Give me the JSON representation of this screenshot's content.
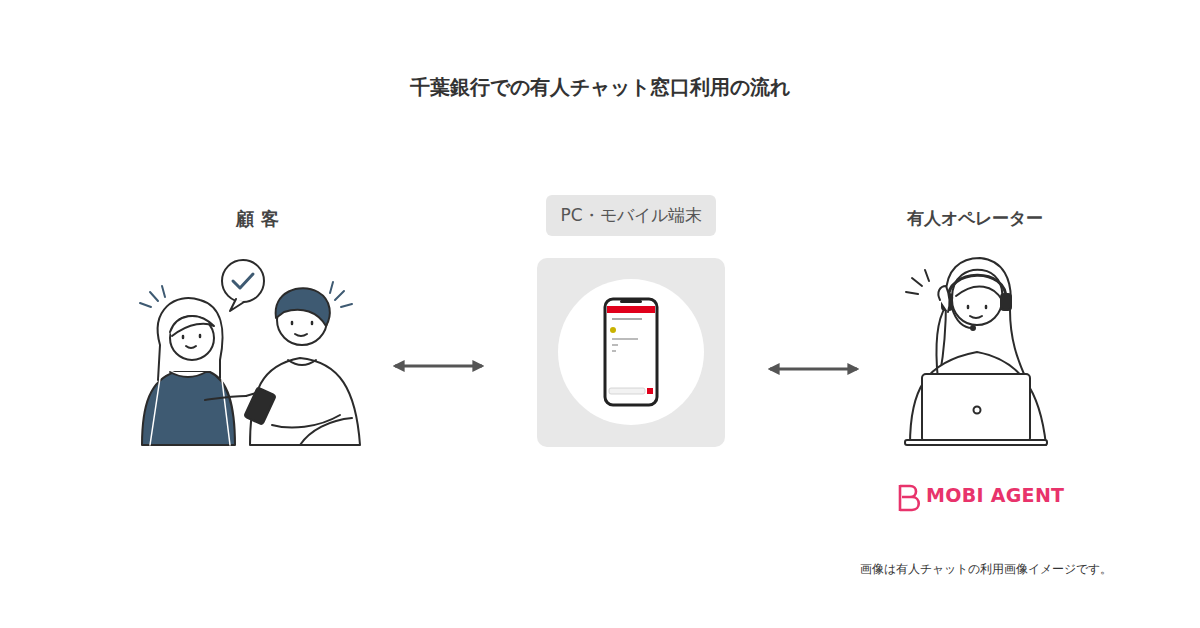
{
  "diagram": {
    "title": "千葉銀行での有人チャット窓口利用の流れ",
    "caption": "画像は有人チャットの利用画像イメージです。",
    "nodes": [
      {
        "text": [
          "顧 客"
        ]
      },
      {
        "text": [
          "PC・モバイル端末"
        ]
      },
      {
        "text": [
          "有人オペレーター"
        ]
      }
    ],
    "edges": [
      {
        "from": 0,
        "to": 1,
        "arrow": "both"
      },
      {
        "from": 1,
        "to": 2,
        "arrow": "both"
      }
    ],
    "labels": [
      "MOBI AGENT"
    ]
  }
}
